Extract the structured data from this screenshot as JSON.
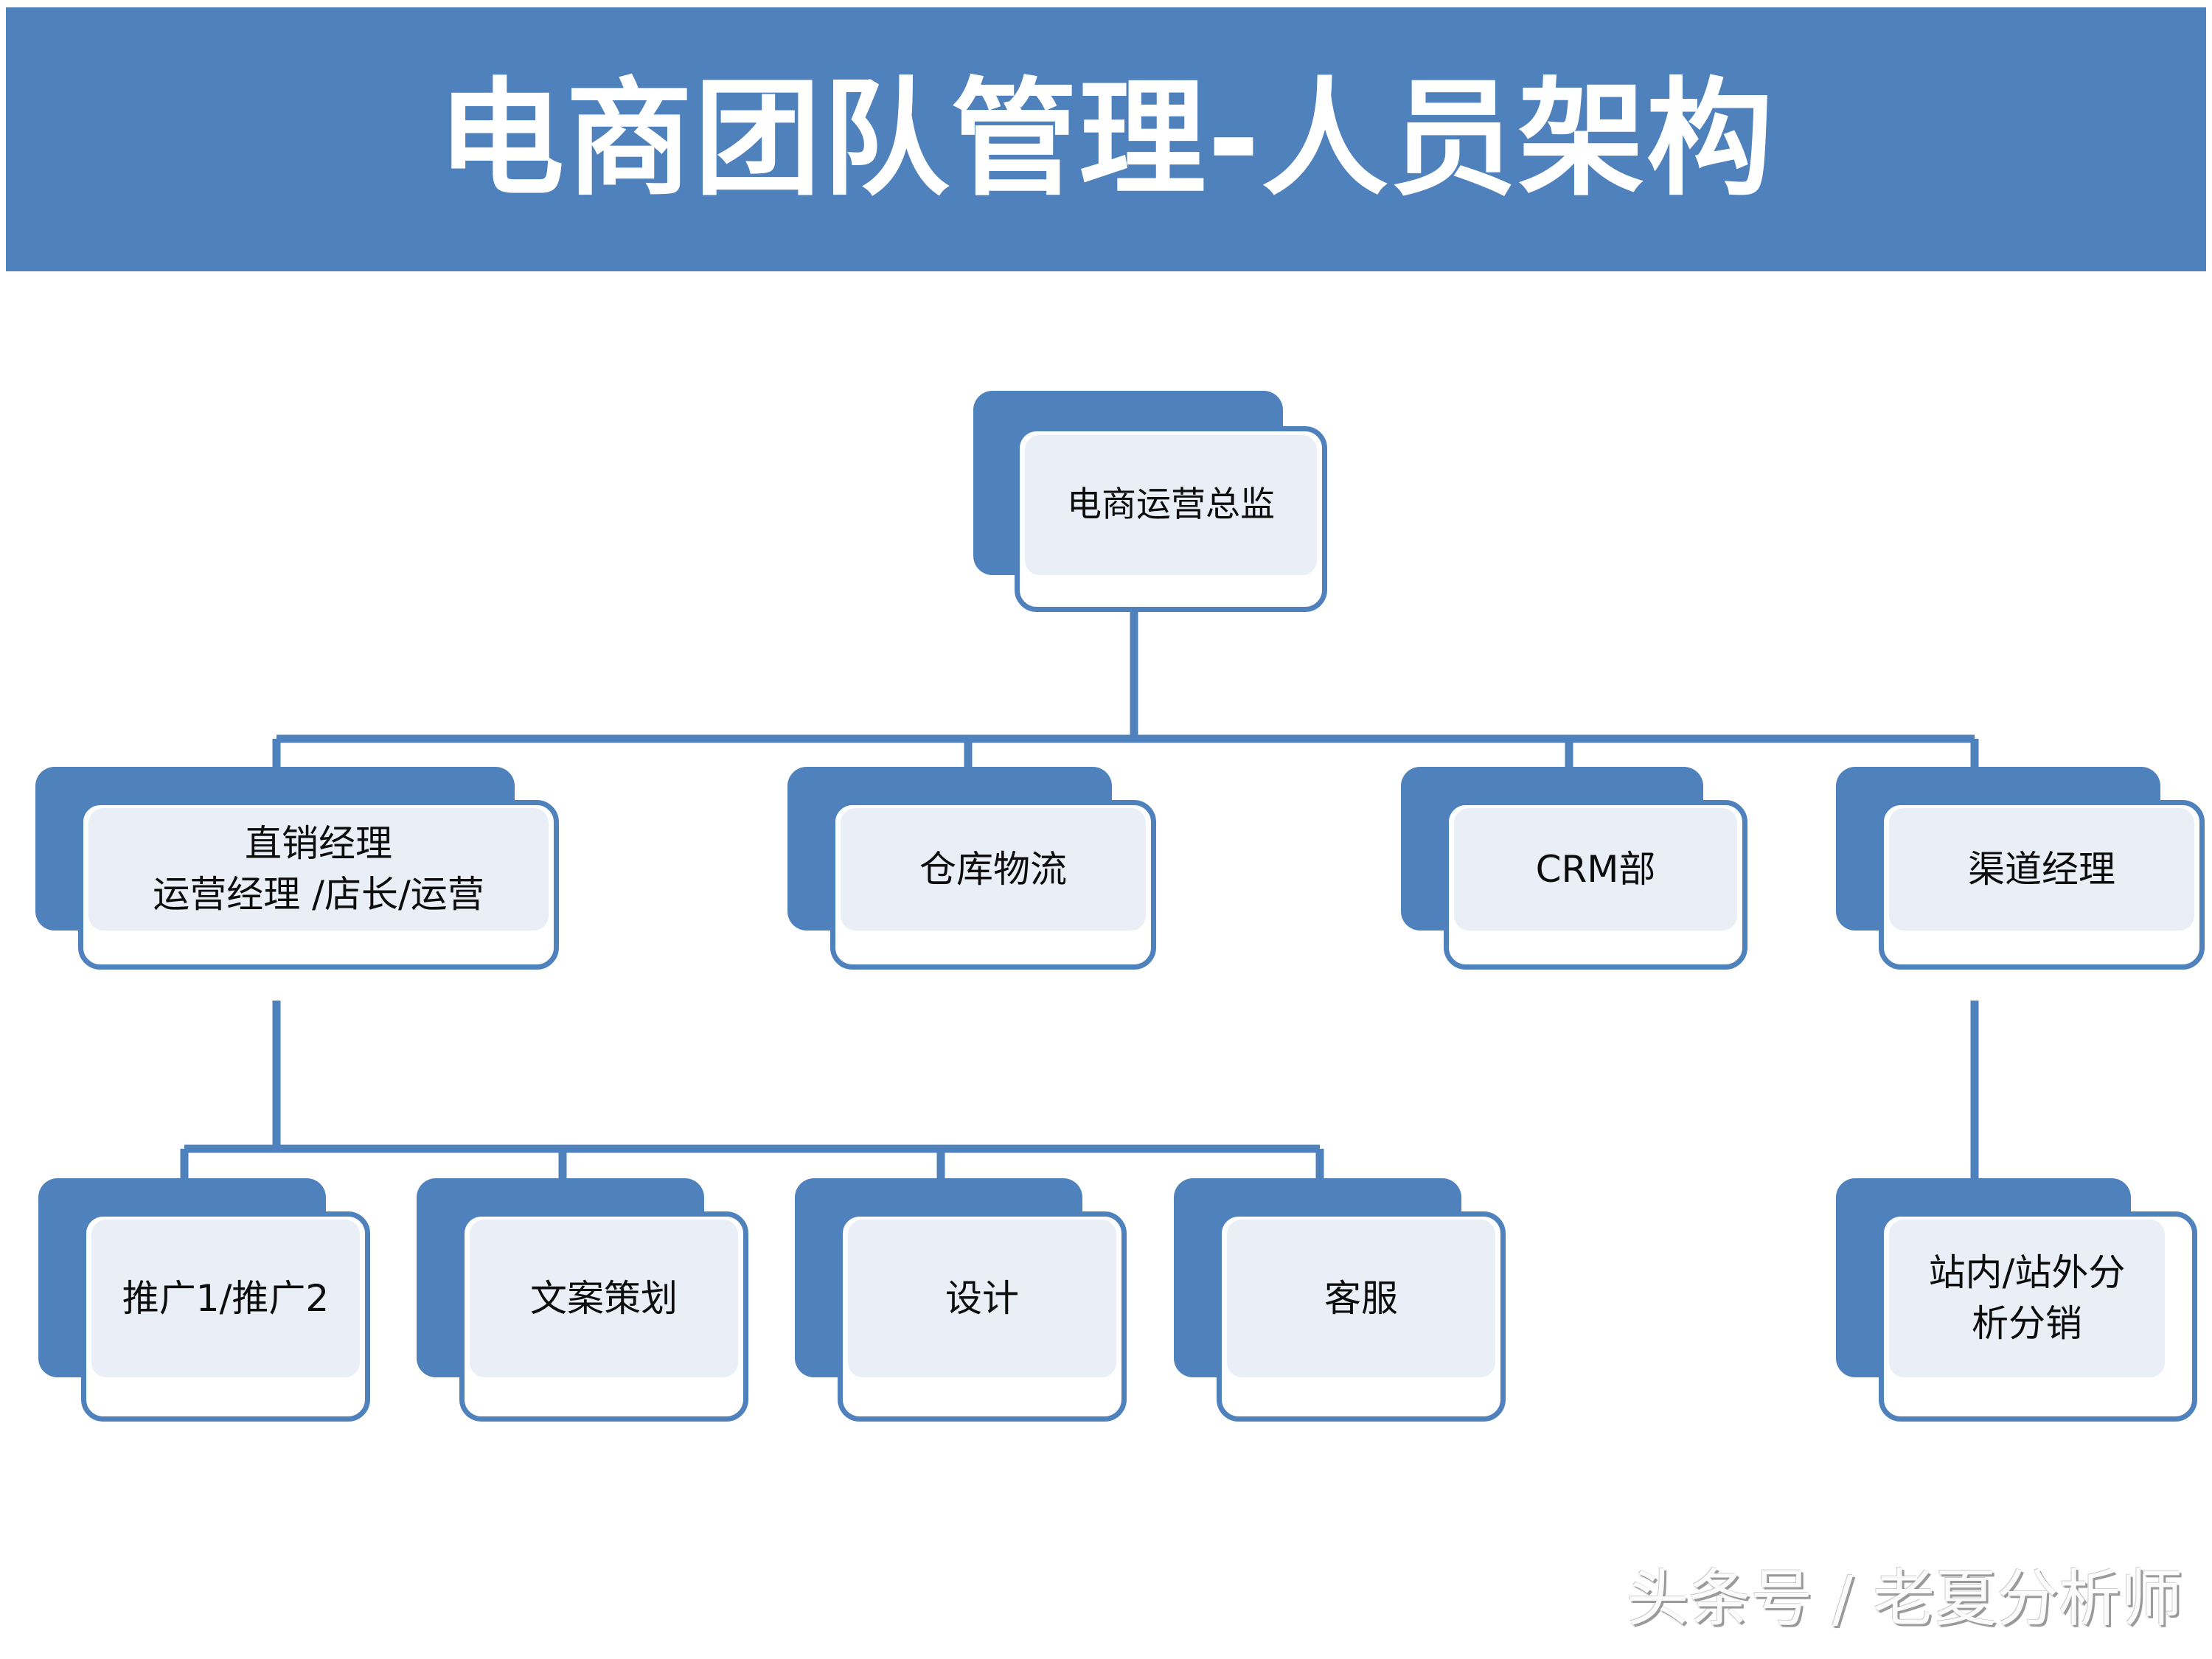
{
  "header": {
    "title": "电商团队管理-人员架构",
    "background_color": "#4f81bd",
    "text_color": "#ffffff"
  },
  "theme": {
    "accent_blue": "#4f81bd",
    "panel_fill": "#eaeff7",
    "card_fill": "#ffffff",
    "text_color": "#0d0d0d",
    "connector_color": "#4f81bd"
  },
  "org_chart": {
    "type": "org-chart",
    "root": {
      "id": "root",
      "label": "电商运营总监"
    },
    "level2": [
      {
        "id": "direct-sales-manager",
        "label": "直销经理\n运营经理 /店长/运营"
      },
      {
        "id": "warehouse-logistics",
        "label": "仓库物流"
      },
      {
        "id": "crm-department",
        "label": "CRM部"
      },
      {
        "id": "channel-manager",
        "label": "渠道经理"
      }
    ],
    "level3_under_direct_sales": [
      {
        "id": "promotion",
        "label": "推广1/推广2"
      },
      {
        "id": "copywriting",
        "label": "文案策划"
      },
      {
        "id": "design",
        "label": "设计"
      },
      {
        "id": "customer-service",
        "label": "客服"
      }
    ],
    "level3_under_channel": [
      {
        "id": "onsite-offsite-analysis",
        "label": "站内/站外分\n析分销"
      }
    ]
  },
  "watermark": {
    "text": "头条号 / 老夏分析师"
  }
}
